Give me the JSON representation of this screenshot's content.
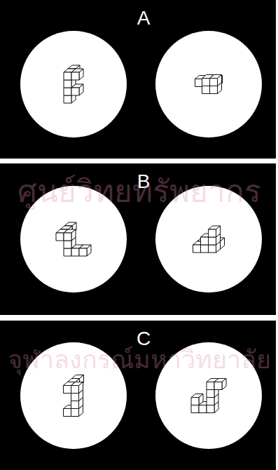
{
  "diagram": {
    "nodes": [
      {
        "text": [
          "A"
        ]
      },
      {
        "text": [
          "B"
        ]
      },
      {
        "text": [
          "C"
        ]
      }
    ],
    "labels": [
      "ศูนย์วิทยทรัพยากร",
      "จุฬาลงกรณ์มหาวิทยาลัย"
    ]
  }
}
